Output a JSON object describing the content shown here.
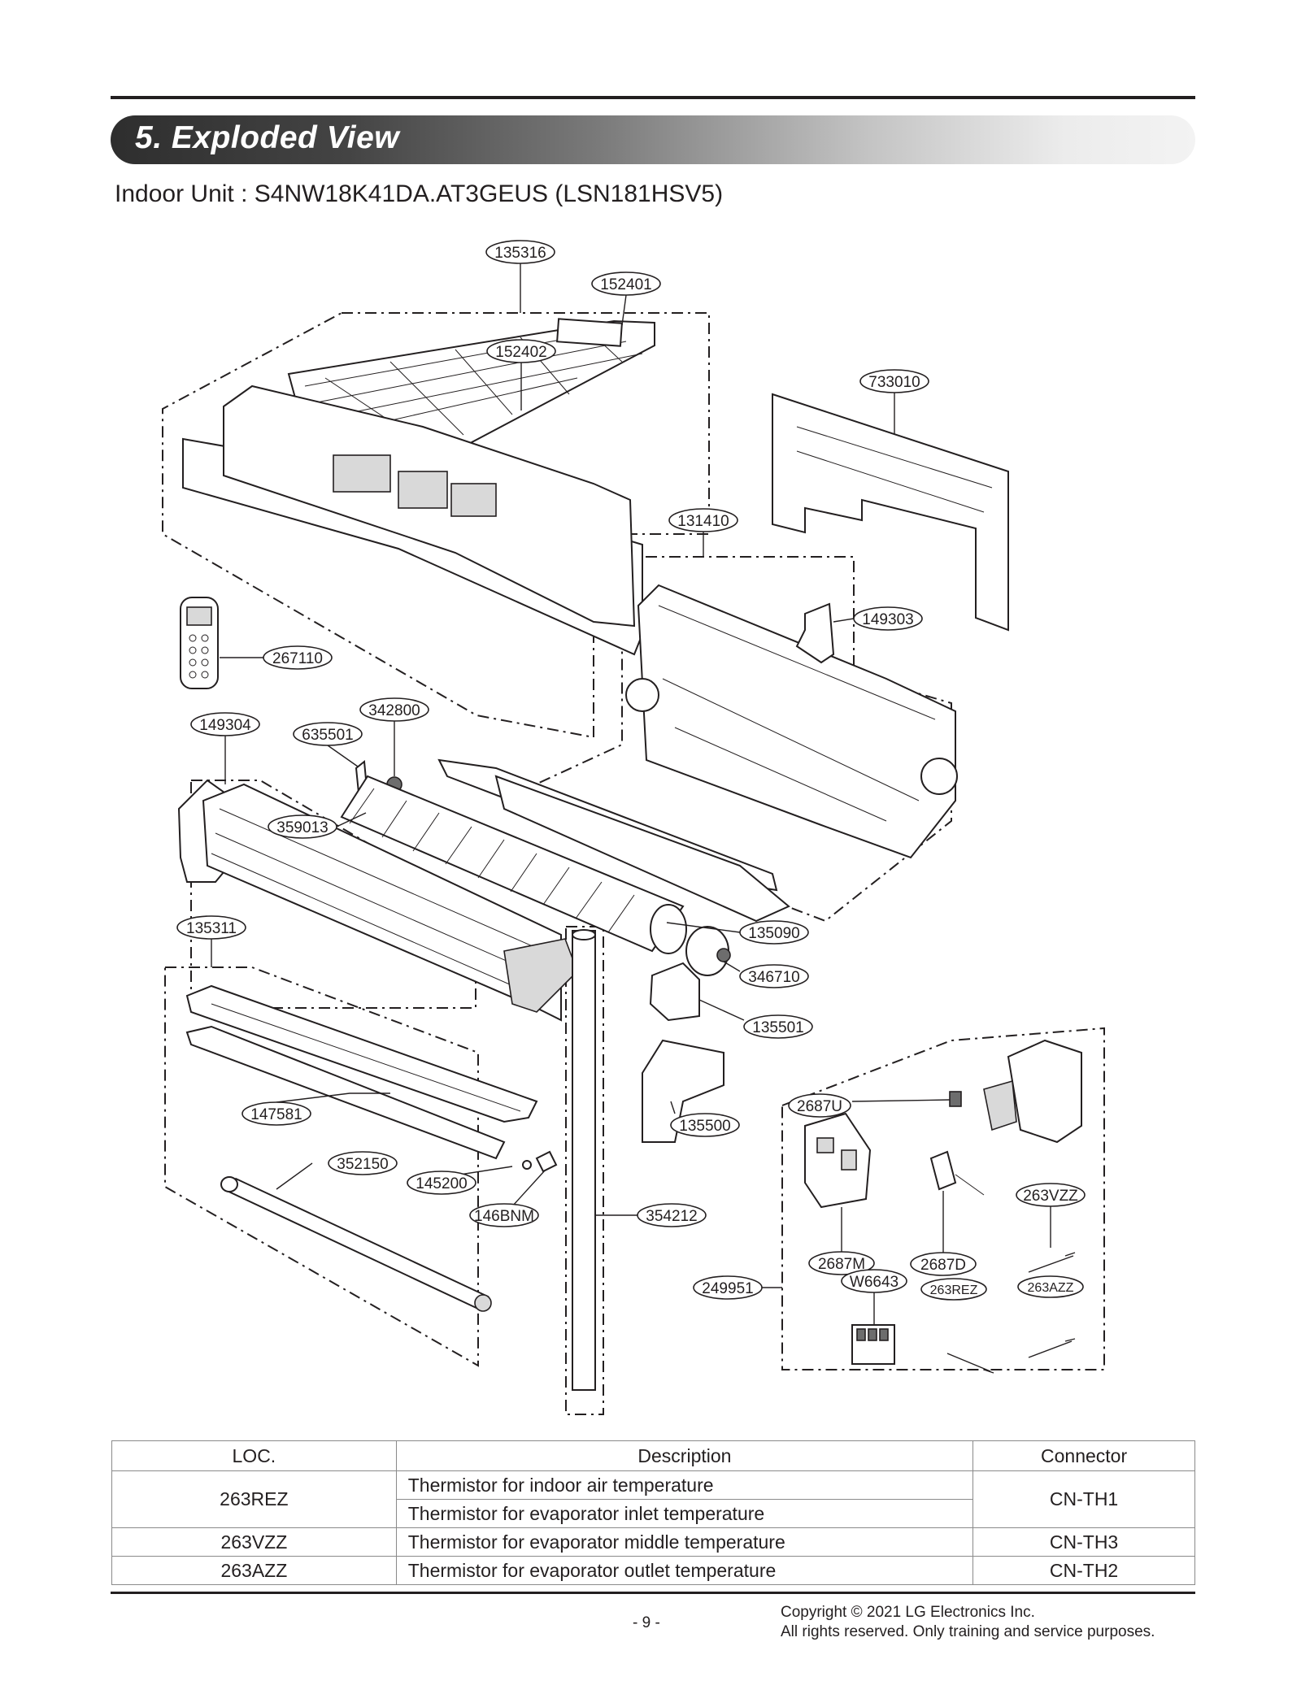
{
  "header": {
    "section_title": "5. Exploded View",
    "subtitle": "Indoor Unit : S4NW18K41DA.AT3GEUS (LSN181HSV5)"
  },
  "diagram": {
    "labels": {
      "l135316": "135316",
      "l152401": "152401",
      "l152402": "152402",
      "l733010": "733010",
      "l131410": "131410",
      "l149303": "149303",
      "l267110": "267110",
      "l342800": "342800",
      "l149304": "149304",
      "l635501": "635501",
      "l359013": "359013",
      "l135311": "135311",
      "l135090": "135090",
      "l346710": "346710",
      "l135501": "135501",
      "l2687U": "2687U",
      "l135500": "135500",
      "l147581": "147581",
      "l352150": "352150",
      "l145200": "145200",
      "l146BNM": "146BNM",
      "l354212": "354212",
      "l263VZZ": "263VZZ",
      "l2687M": "2687M",
      "l2687D": "2687D",
      "l249951": "249951",
      "lW6643": "W6643",
      "l263REZ": "263REZ",
      "l263AZZ": "263AZZ"
    }
  },
  "table": {
    "headers": {
      "loc": "LOC.",
      "description": "Description",
      "connector": "Connector"
    },
    "rows": [
      {
        "loc": "263REZ",
        "desc1": "Thermistor for indoor air temperature",
        "desc2": "Thermistor for evaporator inlet temperature",
        "connector": "CN-TH1"
      },
      {
        "loc": "263VZZ",
        "desc": "Thermistor for evaporator middle temperature",
        "connector": "CN-TH3"
      },
      {
        "loc": "263AZZ",
        "desc": "Thermistor for evaporator outlet temperature",
        "connector": "CN-TH2"
      }
    ]
  },
  "footer": {
    "page": "- 9 -",
    "copyright_line1": "Copyright © 2021 LG Electronics Inc.",
    "copyright_line2": "All rights reserved. Only training and service purposes."
  }
}
